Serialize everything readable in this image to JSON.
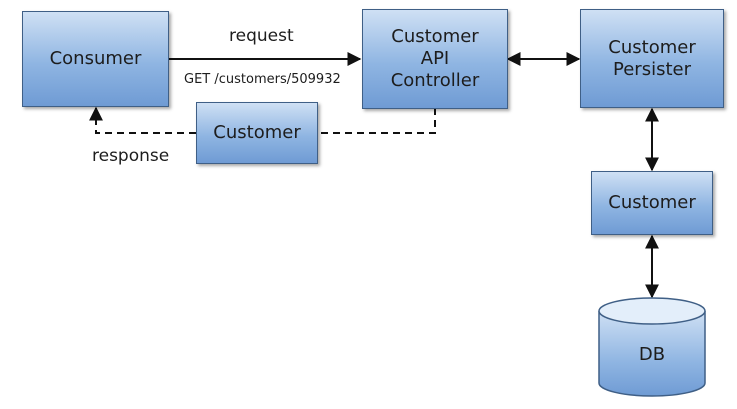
{
  "diagram": {
    "nodes": {
      "consumer": "Consumer",
      "api_controller": "Customer\nAPI\nController",
      "persister": "Customer\nPersister",
      "customer_response": "Customer",
      "customer_db_entity": "Customer",
      "db": "DB"
    },
    "edges": {
      "request_label": "request",
      "request_endpoint": "GET /customers/509932",
      "response_label": "response"
    }
  }
}
